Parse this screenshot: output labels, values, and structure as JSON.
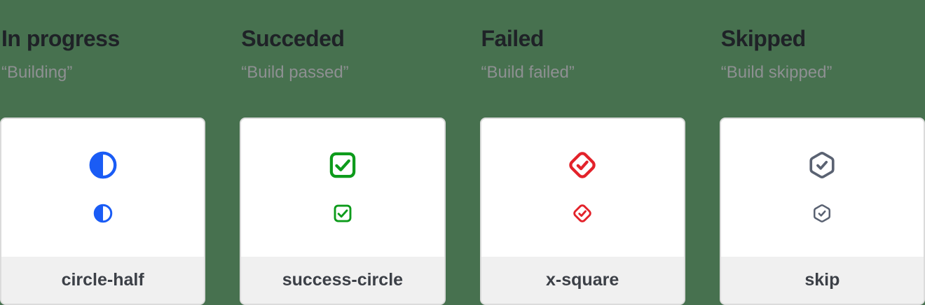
{
  "page": {
    "background": "#47714F"
  },
  "card_style": {
    "background": "#FFFFFF",
    "border_color": "#DBDBDB",
    "footer_background": "#F0F0F0",
    "title_color": "#1F2227",
    "subtitle_color": "#8E9092",
    "label_color": "#3C4047"
  },
  "columns": [
    {
      "title": "In progress",
      "subtitle": "“Building”",
      "icon": "circle-half-icon",
      "icon_color": "#1A5CF5",
      "label": "circle-half"
    },
    {
      "title": "Succeded",
      "subtitle": "“Build passed”",
      "icon": "check-square-icon",
      "icon_color": "#0D9B1B",
      "label": "success-circle"
    },
    {
      "title": "Failed",
      "subtitle": "“Build failed”",
      "icon": "check-diamond-icon",
      "icon_color": "#E3222A",
      "label": "x-square"
    },
    {
      "title": "Skipped",
      "subtitle": "“Build skipped”",
      "icon": "check-hexagon-icon",
      "icon_color": "#5A6272",
      "label": "skip"
    }
  ]
}
